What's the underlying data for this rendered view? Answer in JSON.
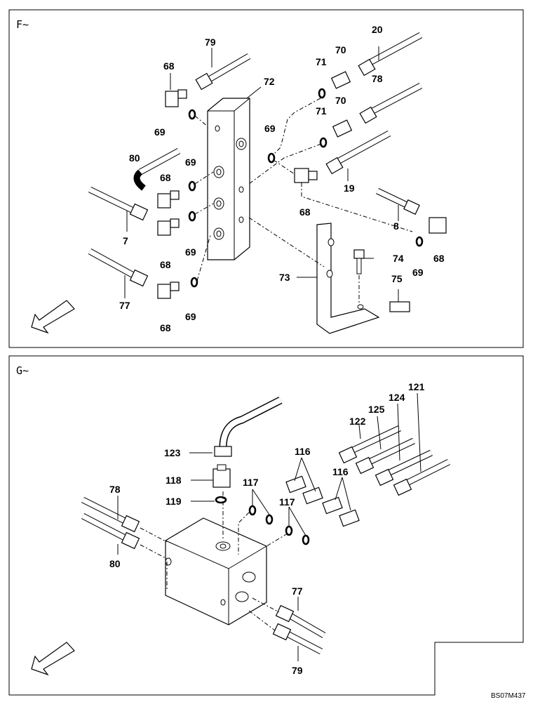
{
  "panels": [
    {
      "id": "F",
      "title": "F~"
    },
    {
      "id": "G",
      "title": "G~"
    }
  ],
  "labels_f": [
    "79",
    "20",
    "70",
    "71",
    "78",
    "68",
    "72",
    "69",
    "69",
    "71",
    "70",
    "80",
    "69",
    "68",
    "19",
    "68",
    "7",
    "69",
    "68",
    "8",
    "74",
    "69",
    "68",
    "73",
    "75",
    "77",
    "69",
    "68"
  ],
  "labels_g": [
    "121",
    "124",
    "125",
    "122",
    "123",
    "116",
    "118",
    "117",
    "116",
    "119",
    "117",
    "78",
    "80",
    "77",
    "79"
  ],
  "drawing_code": "BS07M437"
}
